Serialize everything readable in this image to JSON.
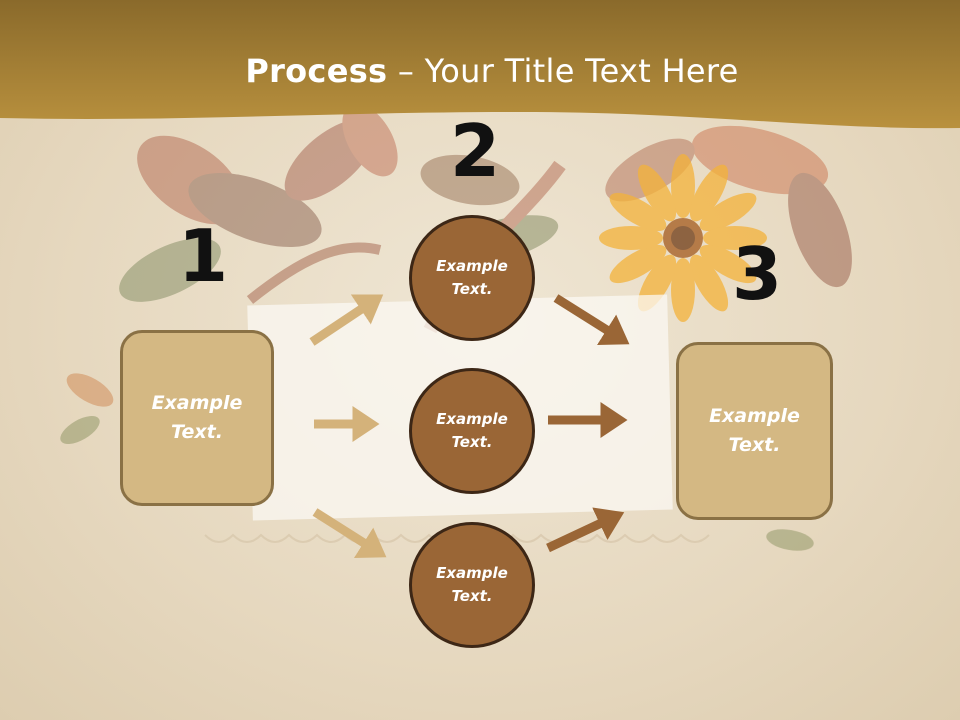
{
  "title": {
    "bold": "Process",
    "rest": " – Your Title Text Here"
  },
  "steps": [
    {
      "number": "1"
    },
    {
      "number": "2"
    },
    {
      "number": "3"
    }
  ],
  "start_box": {
    "text": "Example Text."
  },
  "circles": [
    {
      "text": "Example Text."
    },
    {
      "text": "Example Text."
    },
    {
      "text": "Example Text."
    }
  ],
  "end_box": {
    "text": "Example Text."
  },
  "colors": {
    "title_band": "#b08a3e",
    "box_fill": "#d4b883",
    "circle_fill": "#9a6636",
    "light_arrow": "#d4b27a",
    "dark_arrow": "#9a6636"
  }
}
